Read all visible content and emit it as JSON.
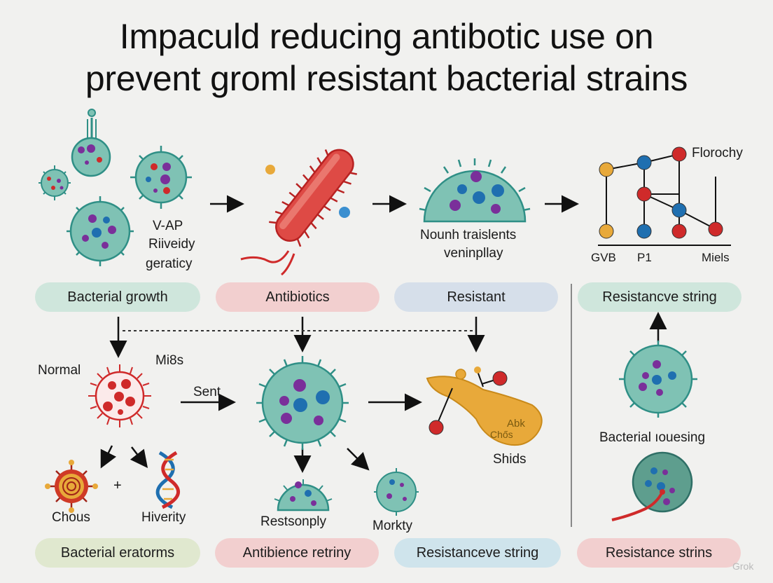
{
  "title": {
    "line1": "Impaculd reducing antibotic use on",
    "line2": "prevent groml resistant bacterial strains"
  },
  "top_row": {
    "cell_text": [
      "V-AP",
      "Riiveidy",
      "geraticy"
    ],
    "middle_text": [
      "Nounh traislents",
      "veninpllay"
    ],
    "network": {
      "label_top": "Florochy",
      "axis_labels": [
        "GVB",
        "P1",
        "Miels"
      ]
    }
  },
  "pills_row1": [
    "Bacterial growth",
    "Antibiotics",
    "Resistant",
    "Resistancve string"
  ],
  "middle_row": {
    "normal": "Normal",
    "mi8s": "Mi8s",
    "sent": "Sent",
    "abk": "Abk",
    "ch6s": "Chős",
    "shids": "Shids",
    "plus": "+",
    "chous": "Chous",
    "hiverity": "Hiverity",
    "restsonply": "Restsonply",
    "morkty": "Morkty",
    "bacterial_housing": "Bacterial ıouesing"
  },
  "pills_row2": [
    "Bacterial  eratorms",
    "Antibience retriny",
    "Resistanceve string",
    "Resistance strins"
  ],
  "watermark": "Grok",
  "colors": {
    "cell_teal": "#7fc2b4",
    "cell_outline": "#2f8f86",
    "purple": "#7a2f9a",
    "blue": "#1f6fb0",
    "red": "#cf2a2a",
    "orange": "#e8a93a",
    "pill_green": "#cfe6dc",
    "pill_red": "#f2cfcf",
    "pill_blue": "#d6dfea"
  }
}
